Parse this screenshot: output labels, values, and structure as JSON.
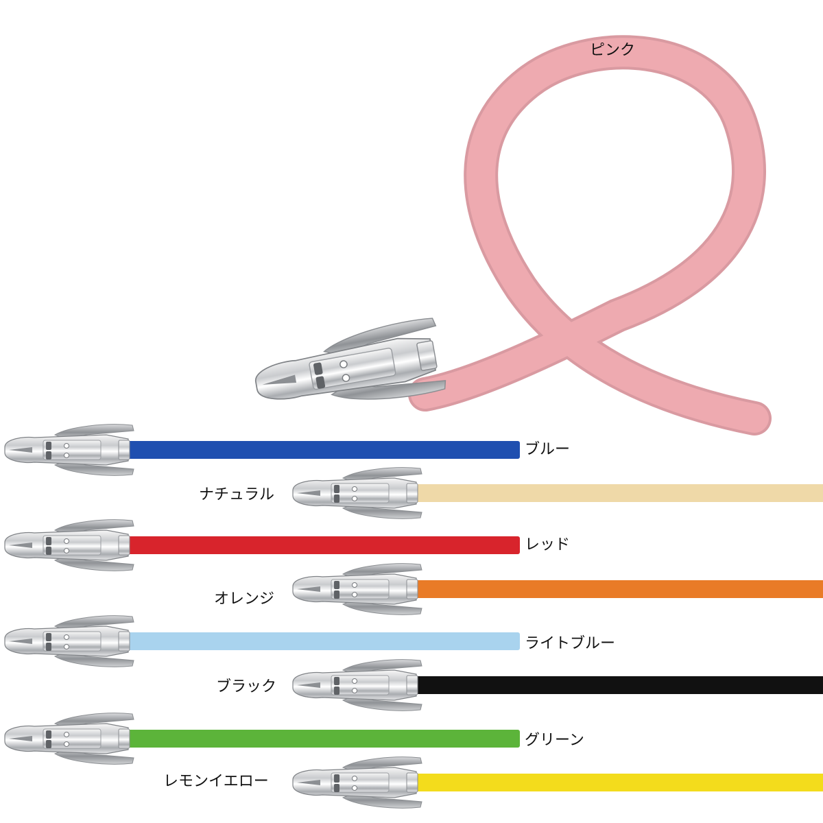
{
  "colors": {
    "pink": {
      "label": "ピンク",
      "hex": "#eeaab0"
    },
    "blue": {
      "label": "ブルー",
      "hex": "#1f4fb0"
    },
    "natural": {
      "label": "ナチュラル",
      "hex": "#efd9a8"
    },
    "red": {
      "label": "レッド",
      "hex": "#d8242c"
    },
    "orange": {
      "label": "オレンジ",
      "hex": "#e97b27"
    },
    "lightblue": {
      "label": "ライトブルー",
      "hex": "#a9d3ee"
    },
    "black": {
      "label": "ブラック",
      "hex": "#111111"
    },
    "green": {
      "label": "グリーン",
      "hex": "#5cb43a"
    },
    "lemonyellow": {
      "label": "レモンイエロー",
      "hex": "#f3dc1c"
    }
  }
}
